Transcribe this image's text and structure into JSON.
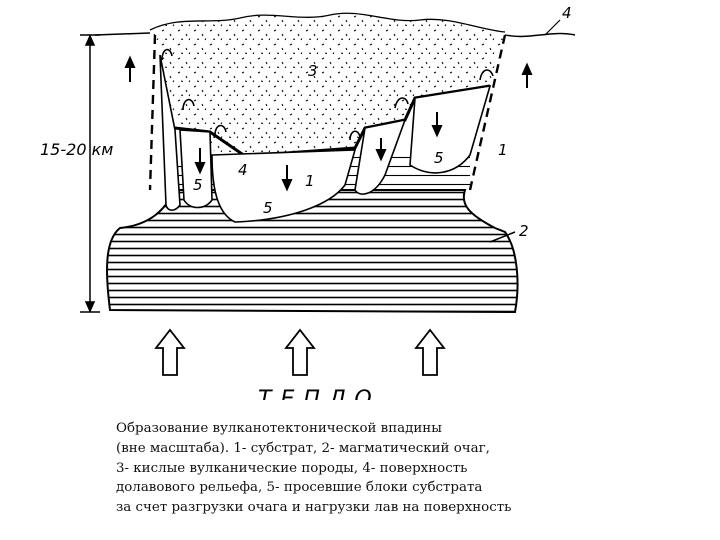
{
  "diagram": {
    "scale_label": "15-20 км",
    "heat_label": "ТЕПЛО",
    "labels": {
      "n1_right": "1",
      "n1_center": "1",
      "n2": "2",
      "n3": "3",
      "n4_top": "4",
      "n4_center": "4",
      "n5_left": "5",
      "n5_bottom": "5",
      "n5_right": "5"
    }
  },
  "caption": {
    "lines": [
      "Образование вулканотектонической впадины",
      "(вне масштаба). 1- субстрат, 2- магматический очаг,",
      "3- кислые вулканические породы, 4- поверхность",
      "долавового рельефа, 5- просевшие блоки субстрата",
      "за счет разгрузки очага и нагрузки лав на поверхность"
    ]
  }
}
